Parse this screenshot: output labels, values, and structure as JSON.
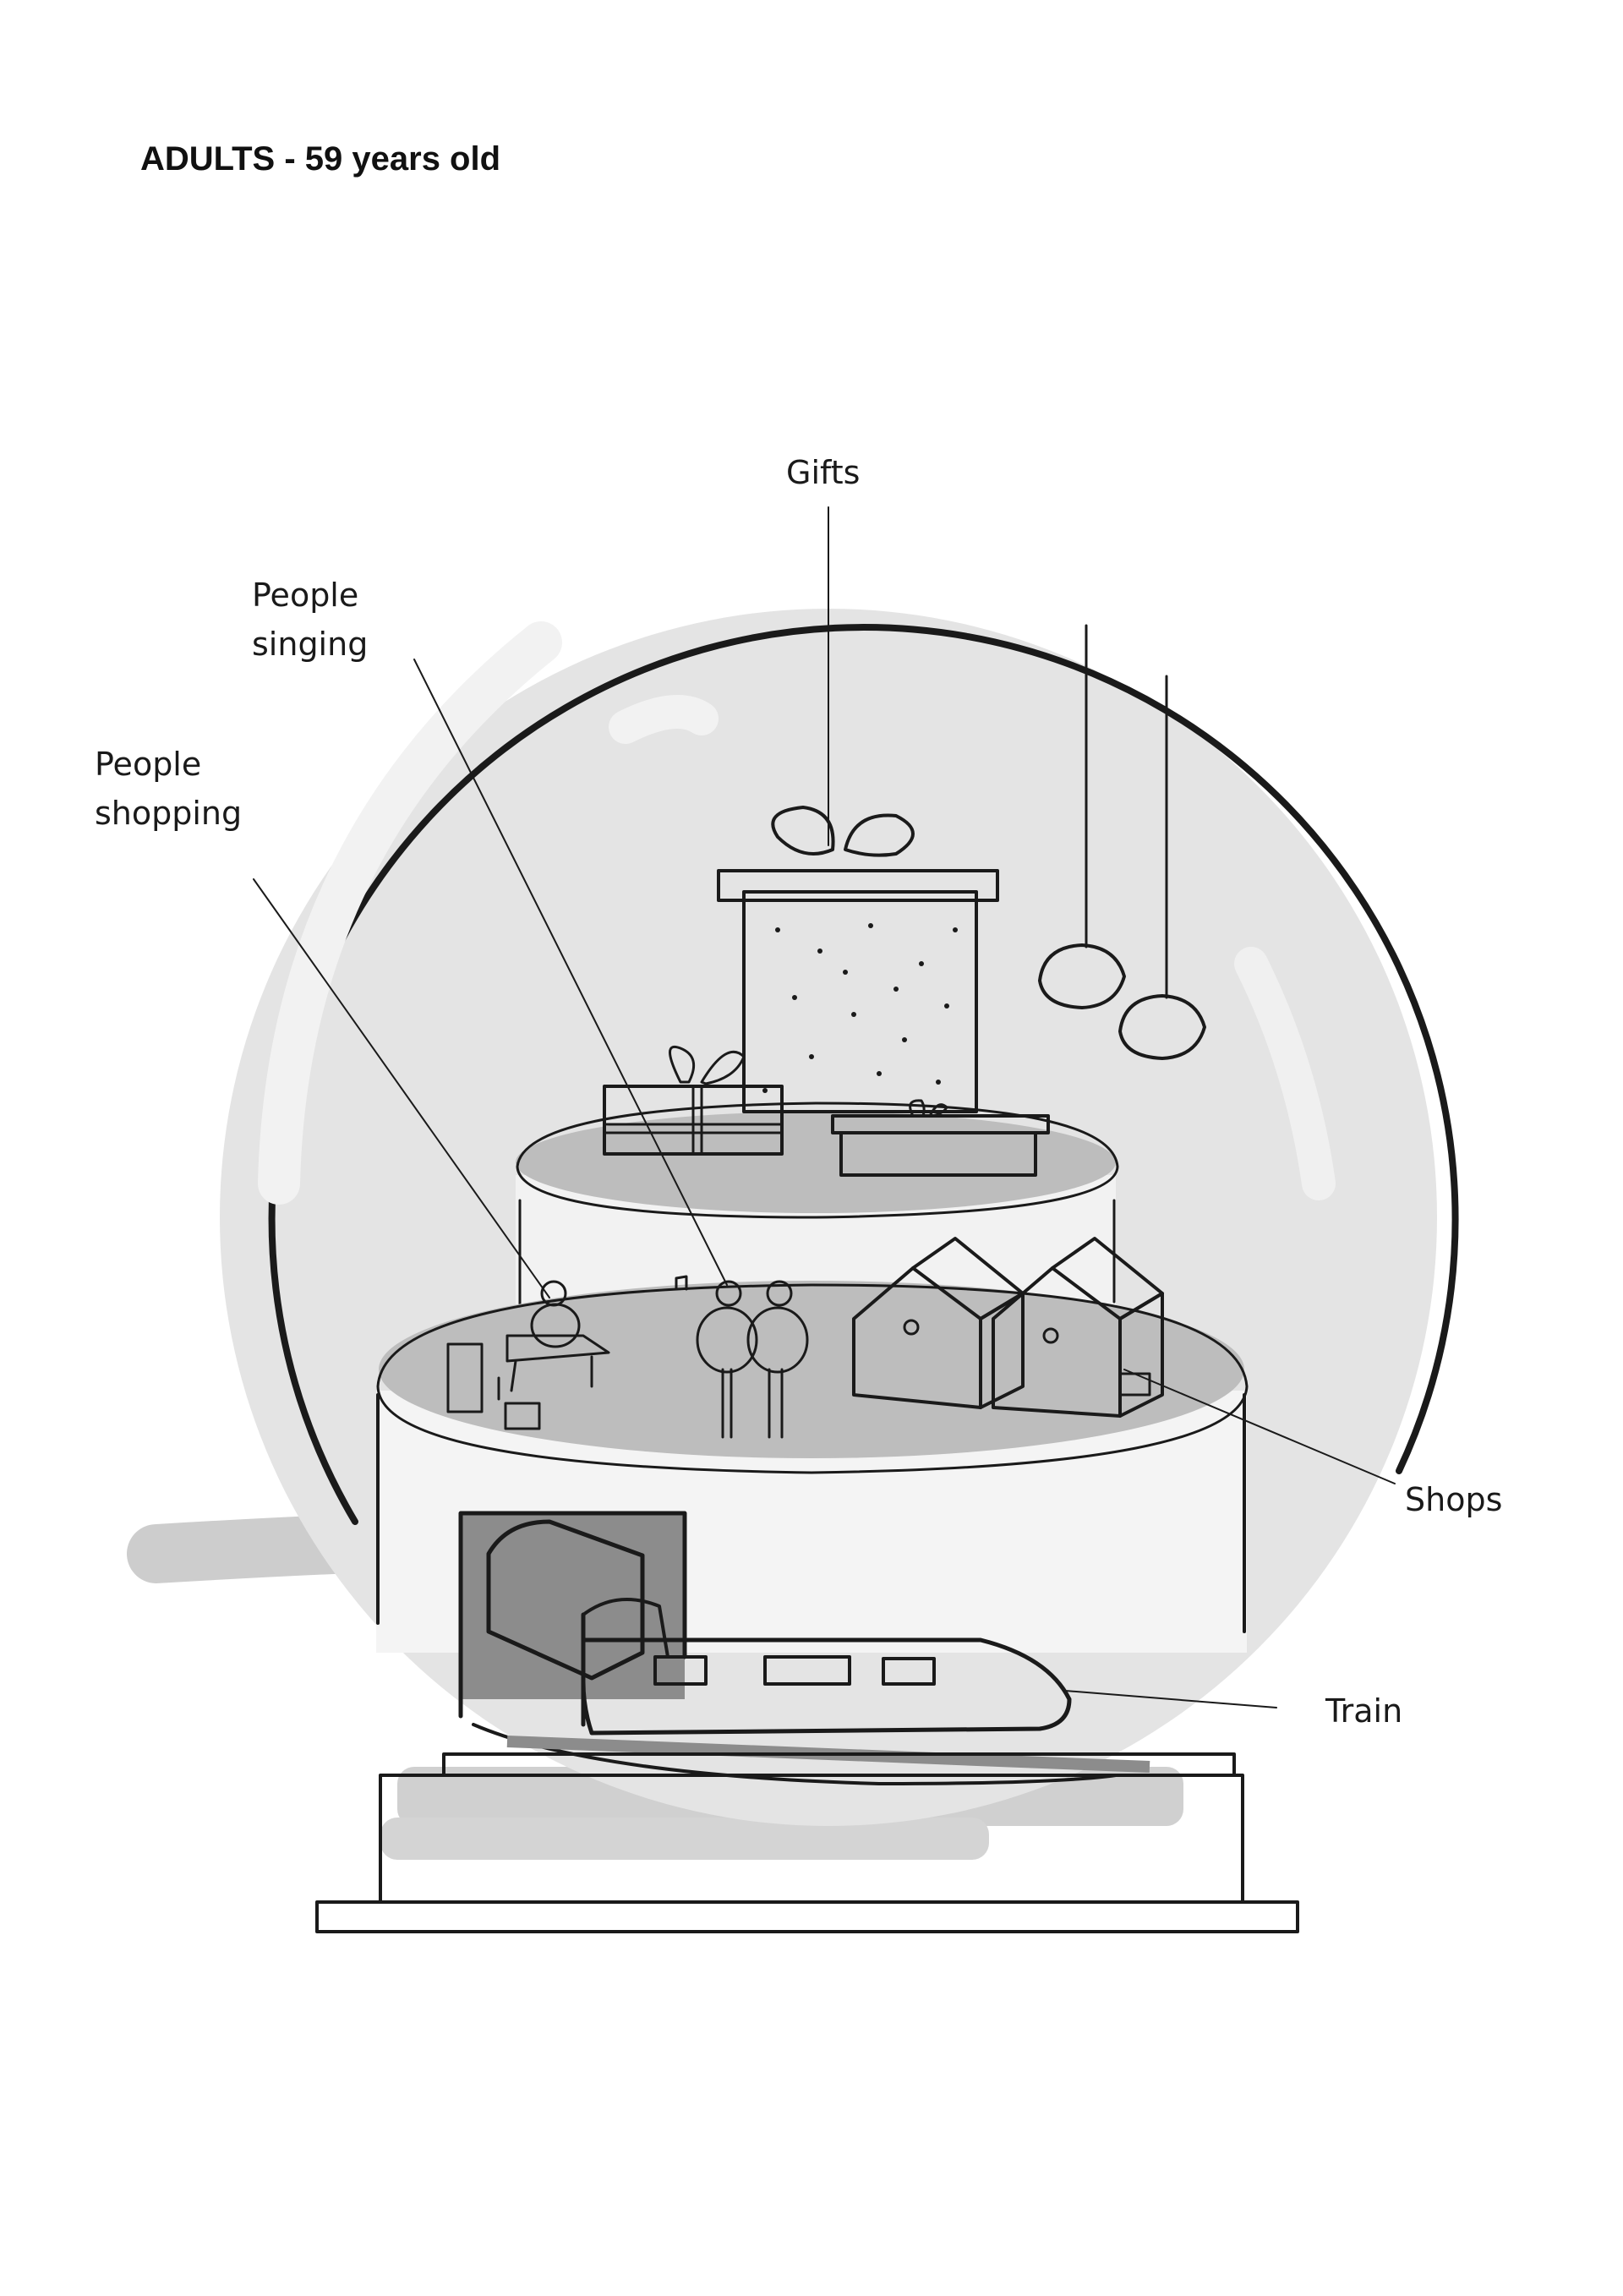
{
  "heading": "ADULTS - 59 years old",
  "labels": {
    "gifts": "Gifts",
    "people_singing_line1": "People",
    "people_singing_line2": "singing",
    "people_shopping_line1": "People",
    "people_shopping_line2": "shopping",
    "shops": "Shops",
    "train": "Train"
  },
  "colors": {
    "globe_fill": "#e6e6e6",
    "globe_outline": "#1a1a1a",
    "train_accent": "#f7ea17",
    "base_shadow": "#cfcfcf"
  }
}
